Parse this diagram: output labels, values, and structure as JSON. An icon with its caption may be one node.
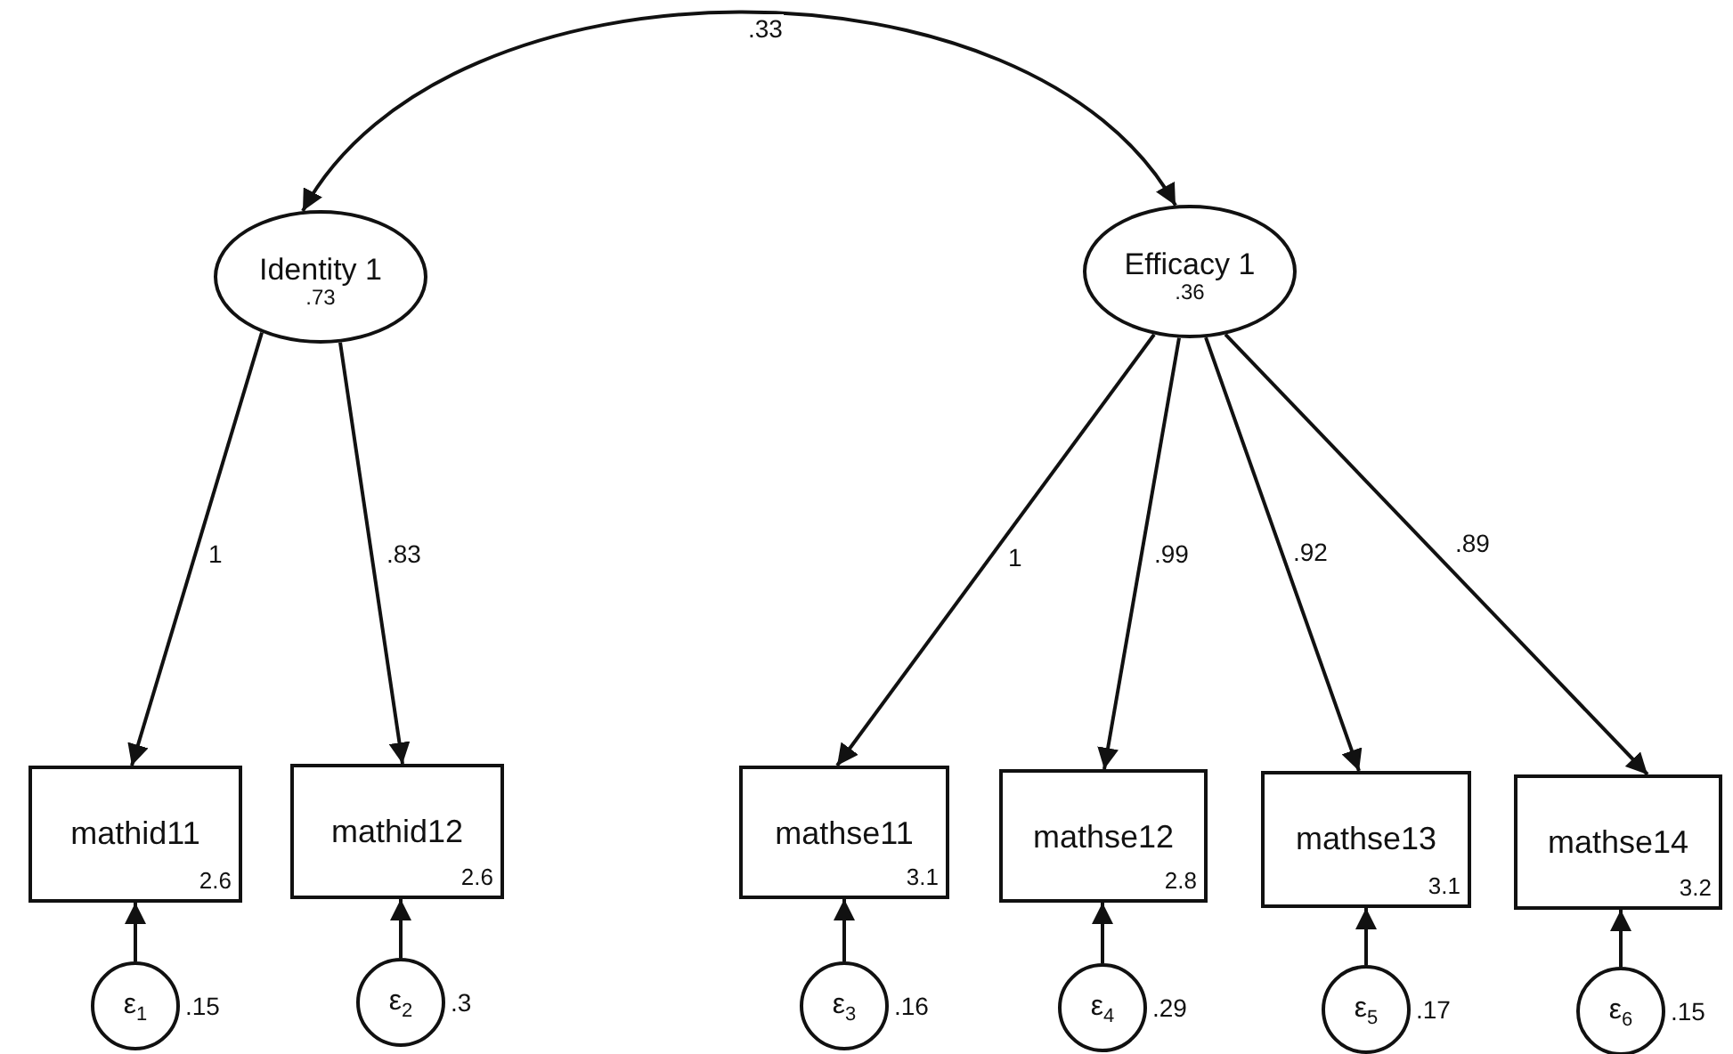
{
  "diagram": {
    "nodes": [
      {
        "text": [
          "Identity 1",
          ".73"
        ]
      },
      {
        "text": [
          "Efficacy 1",
          ".36"
        ]
      },
      {
        "text": [
          "mathid11",
          "2.6"
        ]
      },
      {
        "text": [
          "mathid12",
          "2.6"
        ]
      },
      {
        "text": [
          "mathse11",
          "3.1"
        ]
      },
      {
        "text": [
          "mathse12",
          "2.8"
        ]
      },
      {
        "text": [
          "mathse13",
          "3.1"
        ]
      },
      {
        "text": [
          "mathse14",
          "3.2"
        ]
      },
      {
        "text": [
          "ε$_{1}$"
        ],
        "beside": [
          ".15"
        ]
      },
      {
        "text": [
          "ε$_{2}$"
        ],
        "beside": [
          ".3"
        ]
      },
      {
        "text": [
          "ε$_{3}$"
        ],
        "beside": [
          ".16"
        ]
      },
      {
        "text": [
          "ε$_{4}$"
        ],
        "beside": [
          ".29"
        ]
      },
      {
        "text": [
          "ε$_{5}$"
        ],
        "beside": [
          ".17"
        ]
      },
      {
        "text": [
          "ε$_{6}$"
        ],
        "beside": [
          ".15"
        ]
      }
    ],
    "edges": [
      {
        "from": 0,
        "to": 1,
        "arrow": "both",
        "label": ".33"
      },
      {
        "from": 0,
        "to": 2,
        "arrow": "to",
        "label": "1"
      },
      {
        "from": 0,
        "to": 3,
        "arrow": "to",
        "label": ".83"
      },
      {
        "from": 1,
        "to": 4,
        "arrow": "to",
        "label": "1"
      },
      {
        "from": 1,
        "to": 5,
        "arrow": "to",
        "label": ".99"
      },
      {
        "from": 1,
        "to": 6,
        "arrow": "to",
        "label": ".92"
      },
      {
        "from": 1,
        "to": 7,
        "arrow": "to",
        "label": ".89"
      },
      {
        "from": 8,
        "to": 2,
        "arrow": "to"
      },
      {
        "from": 9,
        "to": 3,
        "arrow": "to"
      },
      {
        "from": 10,
        "to": 4,
        "arrow": "to"
      },
      {
        "from": 11,
        "to": 5,
        "arrow": "to"
      },
      {
        "from": 12,
        "to": 6,
        "arrow": "to"
      },
      {
        "from": 13,
        "to": 7,
        "arrow": "to"
      }
    ]
  }
}
